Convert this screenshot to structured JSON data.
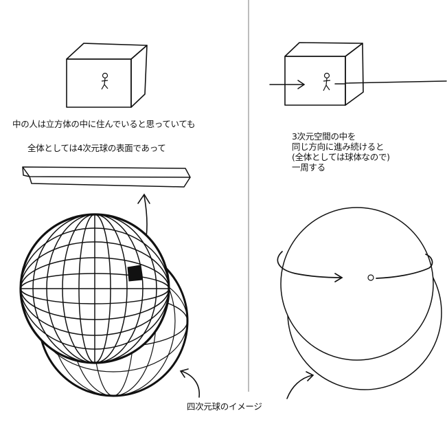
{
  "left_panel": {
    "caption_cube": "中の人は立方体の中に住んでいると思っていても",
    "caption_slab": "全体としては4次元球の表面であって"
  },
  "right_panel": {
    "caption_lines": [
      "3次元空間の中を",
      "同じ方向に進み続けると",
      "(全体としては球体なので)",
      "一周する"
    ]
  },
  "bottom": {
    "caption": "四次元球のイメージ"
  }
}
